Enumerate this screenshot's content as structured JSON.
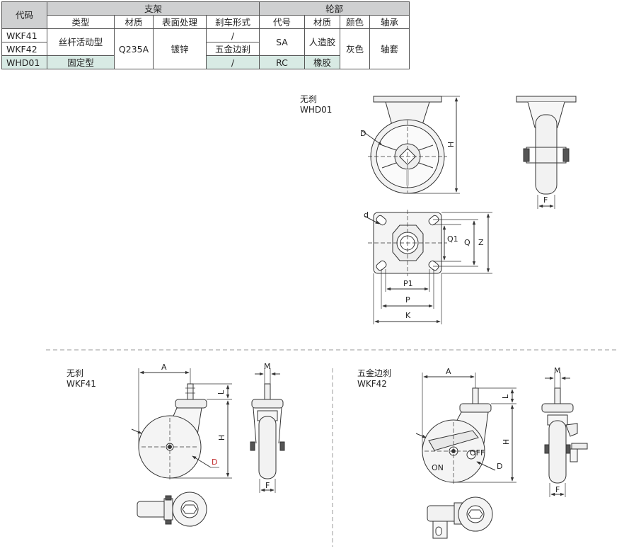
{
  "table": {
    "h_code": "代码",
    "h_bracket": "支架",
    "h_wheel": "轮部",
    "h_type": "类型",
    "h_material": "材质",
    "h_surface": "表面处理",
    "h_brake": "刹车形式",
    "h_wcode": "代号",
    "h_wmaterial": "材质",
    "h_color": "颜色",
    "h_bearing": "轴承",
    "r1_code": "WKF41",
    "r2_code": "WKF42",
    "r3_code": "WHD01",
    "type_swivel": "丝杆活动型",
    "type_fixed": "固定型",
    "material": "Q235A",
    "surface": "镀锌",
    "brake_r1": "/",
    "brake_r2": "五金边刹",
    "brake_r3": "/",
    "wcode_sa": "SA",
    "wcode_rc": "RC",
    "wmat_sa": "人造胶",
    "wmat_rc": "橡胶",
    "color": "灰色",
    "bearing": "轴套"
  },
  "views": {
    "whd01_line1": "无刹",
    "whd01_line2": "WHD01",
    "wkf41_line1": "无刹",
    "wkf41_line2": "WKF41",
    "wkf42_line1": "五金边刹",
    "wkf42_line2": "WKF42"
  },
  "dims": {
    "D": "D",
    "H": "H",
    "F": "F",
    "d": "d",
    "Q1": "Q1",
    "Q": "Q",
    "Z": "Z",
    "P1": "P1",
    "P": "P",
    "K": "K",
    "A": "A",
    "L": "L",
    "M": "M",
    "ON": "ON",
    "OFF": "OFF"
  },
  "colors": {
    "highlight": "#d8eae4",
    "header": "#cfd0d1",
    "red_label": "#c0282a"
  }
}
